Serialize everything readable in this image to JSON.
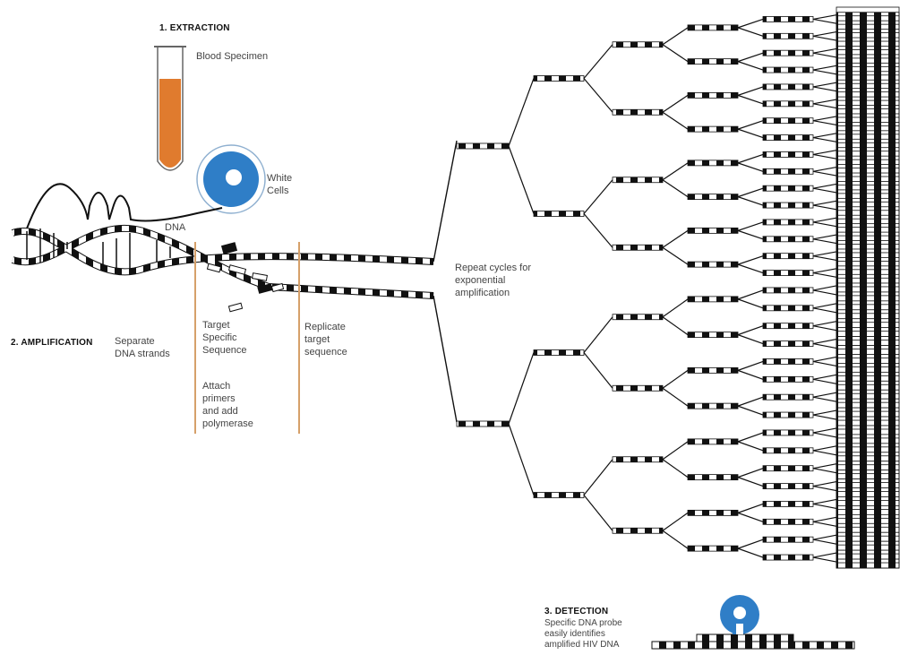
{
  "steps": {
    "extraction": {
      "heading": "1. EXTRACTION",
      "specimen": "Blood Specimen",
      "cells": "White\nCells",
      "dna": "DNA"
    },
    "amplification": {
      "heading": "2. AMPLIFICATION",
      "separate": "Separate\nDNA strands",
      "target": "Target\nSpecific\nSequence",
      "attach": "Attach\nprimers\nand add\npolymerase",
      "replicate": "Replicate\ntarget\nsequence",
      "repeat": "Repeat cycles for\nexponential\namplification"
    },
    "detection": {
      "heading": "3. DETECTION",
      "description": "Specific DNA probe\neasily identifies\namplified HIV DNA"
    }
  },
  "colors": {
    "blood": "#e07b2e",
    "cell": "#2f7ec7",
    "guide": "#d6a06a",
    "ink": "#111111"
  }
}
